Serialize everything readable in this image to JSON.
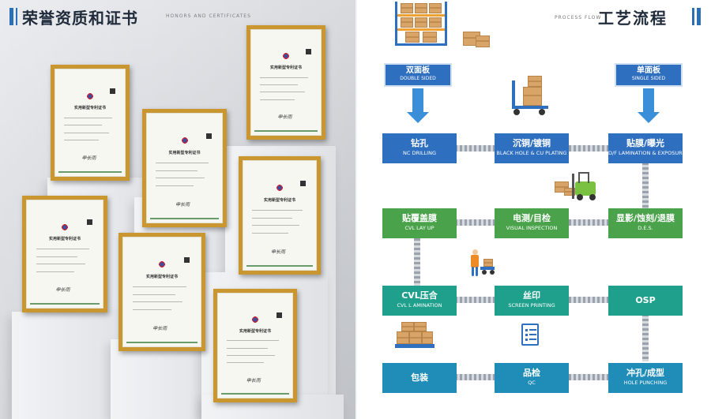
{
  "left_panel": {
    "title": "荣誉资质和证书",
    "subtitle": "HONORS AND CERTIFICATES",
    "certificates": [
      {
        "heading": "实用新型专利证书",
        "sign": "申长雨"
      },
      {
        "heading": "实用新型专利证书",
        "sign": "申长雨"
      },
      {
        "heading": "实用新型专利证书",
        "sign": "申长雨"
      },
      {
        "heading": "实用新型专利证书",
        "sign": "申长雨"
      },
      {
        "heading": "实用新型专利证书",
        "sign": "申长雨"
      },
      {
        "heading": "实用新型专利证书",
        "sign": "申长雨"
      },
      {
        "heading": "实用新型专利证书",
        "sign": "申长雨"
      }
    ]
  },
  "right_panel": {
    "subtitle": "PROCESS FLOW",
    "title": "工艺流程",
    "tags": {
      "double": {
        "cn": "双面板",
        "en": "DOUBLE SIDED"
      },
      "single": {
        "cn": "单面板",
        "en": "SINGLE SIDED"
      }
    },
    "steps": [
      {
        "cn": "钻孔",
        "en": "NC DRILLING",
        "color": "#2f6fc0"
      },
      {
        "cn": "沉铜/镀铜",
        "en": "BLACK HOLE & CU PLATING",
        "color": "#2f6fc0"
      },
      {
        "cn": "贴膜/曝光",
        "en": "D/F LAMINATION & EXPOSURE",
        "color": "#2f6fc0"
      },
      {
        "cn": "贴覆盖膜",
        "en": "CVL LAY UP",
        "color": "#4aa34a"
      },
      {
        "cn": "电测/目检",
        "en": "VISUAL INSPECTION",
        "color": "#4aa34a"
      },
      {
        "cn": "显影/蚀刻/退膜",
        "en": "D.E.S.",
        "color": "#4aa34a"
      },
      {
        "cn": "CVL压合",
        "en": "CVL L AMINATION",
        "color": "#1fa08c"
      },
      {
        "cn": "丝印",
        "en": "SCREEN PRINTING",
        "color": "#1fa08c"
      },
      {
        "cn": "OSP",
        "en": "",
        "color": "#1fa08c"
      },
      {
        "cn": "包装",
        "en": "",
        "color": "#1f8db8"
      },
      {
        "cn": "品检",
        "en": "QC",
        "color": "#1f8db8"
      },
      {
        "cn": "冲孔/成型",
        "en": "HOLE PUNCHING",
        "color": "#1f8db8"
      }
    ]
  }
}
